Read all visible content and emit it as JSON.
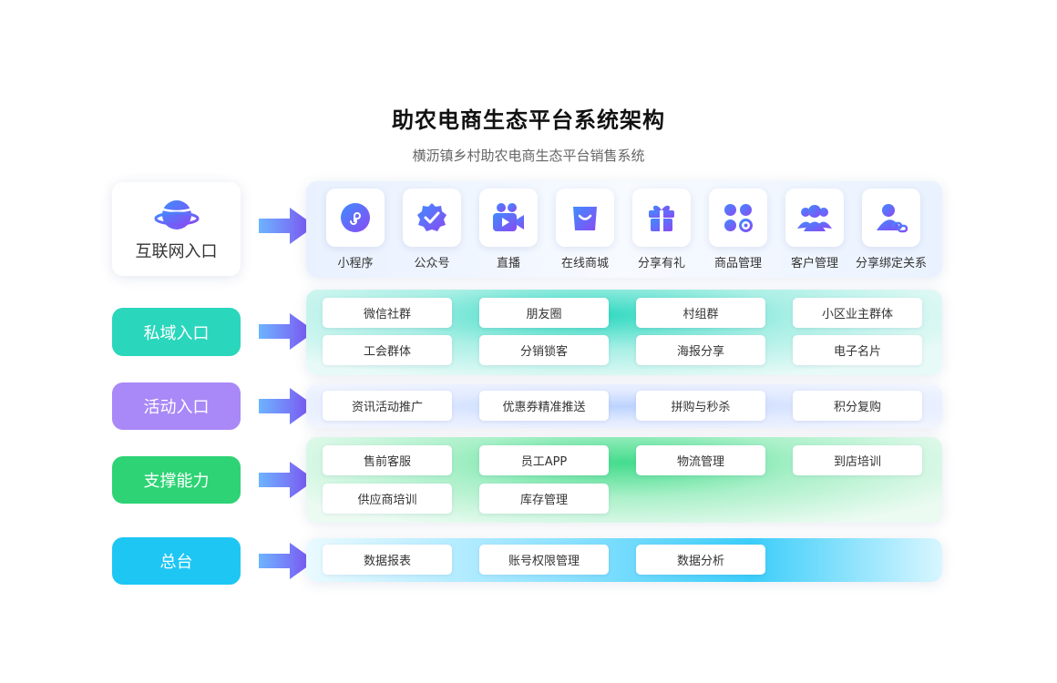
{
  "title": "助农电商生态平台系统架构",
  "subtitle": "横沥镇乡村助农电商生态平台销售系统",
  "rows": {
    "internet": {
      "label": "互联网入口",
      "apps": [
        {
          "label": "小程序",
          "icon": "mini-program-icon"
        },
        {
          "label": "公众号",
          "icon": "verified-badge-icon"
        },
        {
          "label": "直播",
          "icon": "live-camera-icon"
        },
        {
          "label": "在线商城",
          "icon": "shopping-bag-icon"
        },
        {
          "label": "分享有礼",
          "icon": "gift-icon"
        },
        {
          "label": "商品管理",
          "icon": "product-grid-icon"
        },
        {
          "label": "客户管理",
          "icon": "customers-icon"
        },
        {
          "label": "分享绑定关系",
          "icon": "user-link-icon"
        }
      ]
    },
    "private": {
      "label": "私域入口",
      "color": "#2ad6bc",
      "items": [
        "微信社群",
        "朋友圈",
        "村组群",
        "小区业主群体",
        "工会群体",
        "分销锁客",
        "海报分享",
        "电子名片"
      ]
    },
    "activity": {
      "label": "活动入口",
      "color": "#a988f7",
      "items": [
        "资讯活动推广",
        "优惠券精准推送",
        "拼购与秒杀",
        "积分复购"
      ]
    },
    "support": {
      "label": "支撑能力",
      "color": "#2dd374",
      "items": [
        "售前客服",
        "员工APP",
        "物流管理",
        "到店培训",
        "供应商培训",
        "库存管理"
      ]
    },
    "platform": {
      "label": "总台",
      "color": "#1ec6f4",
      "items": [
        "数据报表",
        "账号权限管理",
        "数据分析"
      ]
    }
  },
  "colors": {
    "arrow_start": "#6db4ff",
    "arrow_end": "#7d4cf0",
    "icon_start": "#3f8cff",
    "icon_end": "#8a4af3"
  }
}
